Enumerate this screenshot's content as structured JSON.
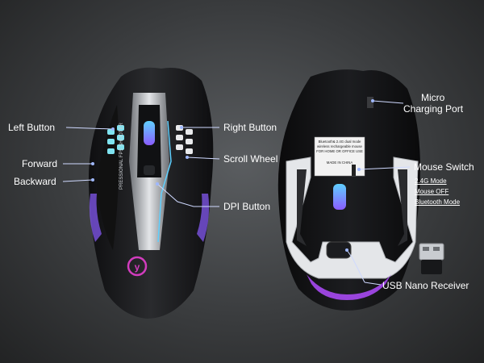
{
  "front_labels": {
    "left_button": "Left Button",
    "forward": "Forward",
    "backward": "Backward",
    "right_button": "Right Button",
    "scroll_wheel": "Scroll Wheel",
    "dpi_button": "DPI Button"
  },
  "mouse_side_text": "PRESSIONAL FPS SHOOTER",
  "back_labels": {
    "micro_charging_line1": "Micro",
    "micro_charging_line2": "Charging Port",
    "mouse_switch": "Mouse Switch",
    "switch_modes": [
      "2.4G Mode",
      "Mouse OFF",
      "Bluetooth Mode"
    ],
    "usb_receiver": "USB Nano Receiver"
  },
  "sticker": {
    "line1": "Bluetooth& 2.4G dual mode",
    "line2": "wireless rechargeable mouse",
    "line3": "FOR HOME OR OFFICE USE",
    "line4": "MADE IN CHINA"
  },
  "colors": {
    "accent_pink": "#d23cbe",
    "accent_blue": "#5fd0ff",
    "accent_violet": "#8a5cff"
  }
}
